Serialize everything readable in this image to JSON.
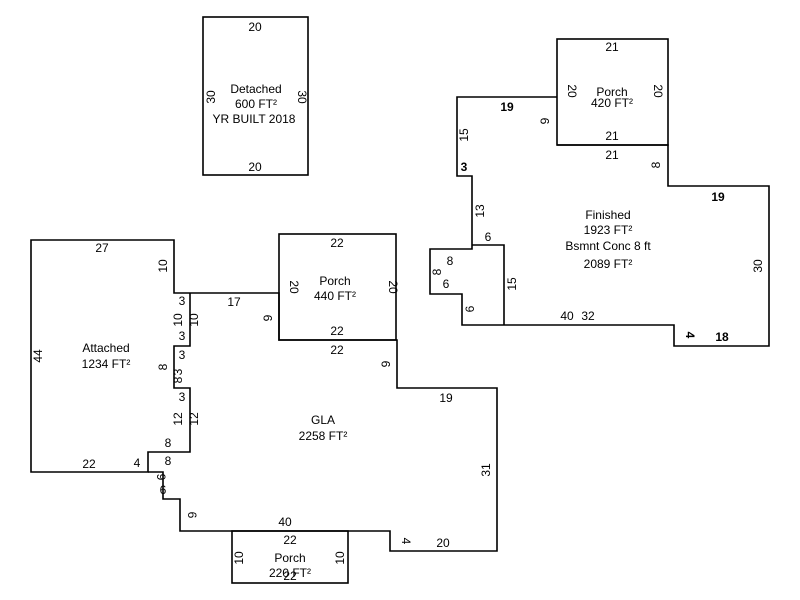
{
  "areas": {
    "detached": {
      "name": "Detached",
      "area": "600 FT²",
      "year": "YR BUILT 2018"
    },
    "attached": {
      "name": "Attached",
      "area": "1234 FT²"
    },
    "gla": {
      "name": "GLA",
      "area": "2258 FT²"
    },
    "porch_top_right": {
      "name": "Porch",
      "area": "420 FT²"
    },
    "porch_middle": {
      "name": "Porch",
      "area": "440 FT²"
    },
    "porch_bottom": {
      "name": "Porch",
      "area": "220 FT²"
    },
    "finished": {
      "name": "Finished",
      "area": "1923 FT²",
      "basement": "Bsmnt Conc 8 ft",
      "basement_area": "2089 FT²"
    }
  },
  "dims": {
    "det_top": "20",
    "det_bottom": "20",
    "det_left": "30",
    "det_right": "30",
    "att_top": "27",
    "att_right_top": "10",
    "att_step1": "3",
    "att_10a": "10",
    "att_10b": "10",
    "att_step2": "3",
    "att_step3": "3",
    "att_8": "8",
    "att_3b": "3",
    "att_8b": "8",
    "att_step4": "3",
    "att_12a": "12",
    "att_12b": "12",
    "att_8c": "8",
    "att_8d": "8",
    "att_left": "44",
    "att_bottom": "22",
    "att_4": "4",
    "gla_17": "17",
    "gla_9": "9",
    "gla_9b": "9",
    "gla_6a": "6",
    "gla_6b": "6",
    "gla_40": "40",
    "gla_4": "4",
    "gla_20": "20",
    "gla_31": "31",
    "gla_19": "19",
    "gla_22": "22",
    "pm_top": "22",
    "pm_left": "20",
    "pm_right": "20",
    "pm_bottom": "22",
    "pb_top": "22",
    "pb_left": "10",
    "pb_right": "10",
    "pb_bottom": "22",
    "pt_top": "21",
    "pt_left": "20",
    "pt_right": "20",
    "pt_bottom": "21",
    "fin_19a": "19",
    "fin_15a": "15",
    "fin_9": "9",
    "fin_3": "3",
    "fin_13": "13",
    "fin_21": "21",
    "fin_8a": "8",
    "fin_19b": "19",
    "fin_30": "30",
    "fin_6a": "6",
    "fin_8b": "8",
    "fin_8c": "8",
    "fin_6b": "6",
    "fin_6c": "6",
    "fin_15b": "15",
    "fin_40": "40",
    "fin_32": "32",
    "fin_4": "4",
    "fin_18": "18"
  }
}
